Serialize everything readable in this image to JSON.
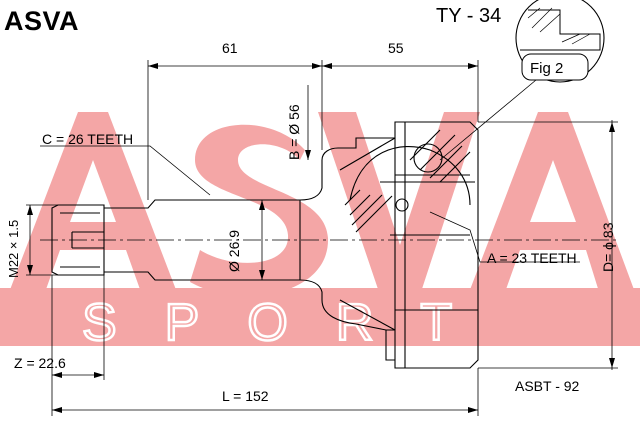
{
  "brand": "ASVA",
  "part_number": "TY - 34",
  "watermark": {
    "top": "ASVA",
    "bottom": "SPORT",
    "color": "#f4a6a6"
  },
  "figure_label": "Fig 2",
  "dimensions": {
    "length_61": "61",
    "length_55": "55",
    "b_dia": "B = Ø 56",
    "c_teeth": "C = 26 TEETH",
    "thread": "M22 × 1.5",
    "shaft_dia": "Ø 26.9",
    "a_teeth": "A = 23 TEETH",
    "d_dia": "D= ϕ 83",
    "z_value": "Z = 22.6",
    "total_length": "L = 152",
    "cross_ref": "ASBT - 92"
  }
}
